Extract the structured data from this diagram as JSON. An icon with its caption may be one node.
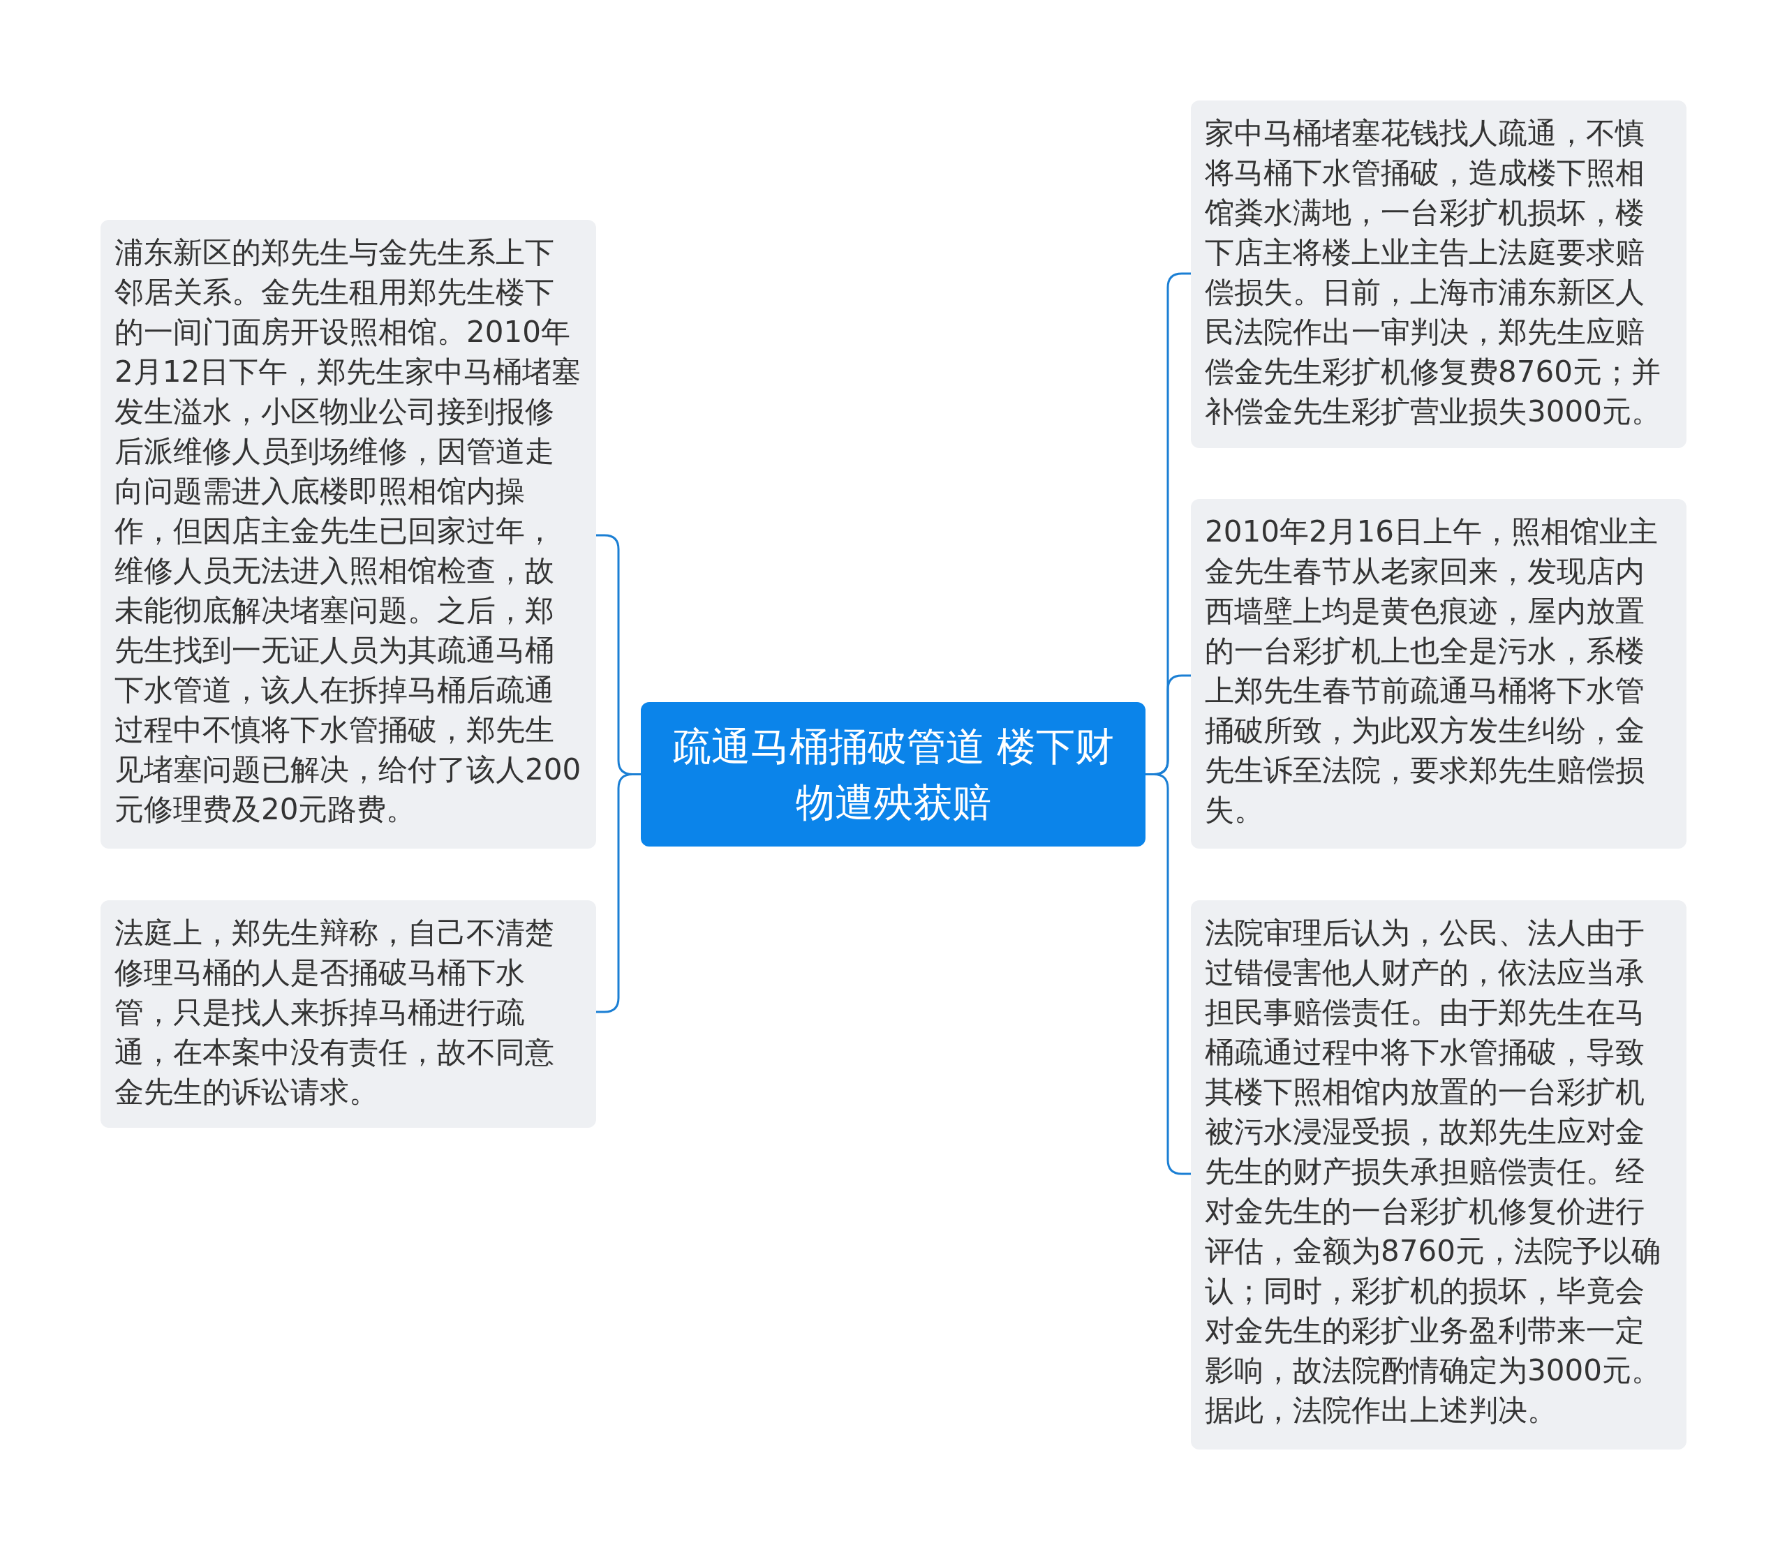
{
  "diagram": {
    "nodes": [
      {
        "text": [
          "疏通马桶捅破管道 楼下财物遭殃获赔"
        ]
      },
      {
        "text": [
          "浦东新区的郑先生与金先生系上下邻居关系。金先生租用郑先生楼下的一间门面房开设照相馆。2010年2月12日下午，郑先生家中马桶堵塞发生溢水，小区物业公司接到报修后派维修人员到场维修，因管道走向问题需进入底楼即照相馆内操作，但因店主金先生已回家过年，维修人员无法进入照相馆检查，故未能彻底解决堵塞问题。之后，郑先生找到一无证人员为其疏通马桶下水管道，该人在拆掉马桶后疏通过程中不慎将下水管捅破，郑先生见堵塞问题已解决，给付了该人200元修理费及20元路费。"
        ]
      },
      {
        "text": [
          "法庭上，郑先生辩称，自己不清楚修理马桶的人是否捅破马桶下水管，只是找人来拆掉马桶进行疏通，在本案中没有责任，故不同意金先生的诉讼请求。"
        ]
      },
      {
        "text": [
          "家中马桶堵塞花钱找人疏通，不慎将马桶下水管捅破，造成楼下照相馆粪水满地，一台彩扩机损坏，楼下店主将楼上业主告上法庭要求赔偿损失。日前，上海市浦东新区人民法院作出一审判决，郑先生应赔偿金先生彩扩机修复费8760元；并补偿金先生彩扩营业损失3000元。"
        ]
      },
      {
        "text": [
          "2010年2月16日上午，照相馆业主金先生春节从老家回来，发现店内西墙壁上均是黄色痕迹，屋内放置的一台彩扩机上也全是污水，系楼上郑先生春节前疏通马桶将下水管捅破所致，为此双方发生纠纷，金先生诉至法院，要求郑先生赔偿损失。"
        ]
      },
      {
        "text": [
          "法院审理后认为，公民、法人由于过错侵害他人财产的，依法应当承担民事赔偿责任。由于郑先生在马桶疏通过程中将下水管捅破，导致其楼下照相馆内放置的一台彩扩机被污水浸湿受损，故郑先生应对金先生的财产损失承担赔偿责任。经对金先生的一台彩扩机修复价进行评估，金额为8760元，法院予以确认；同时，彩扩机的损坏，毕竟会对金先生的彩扩业务盈利带来一定影响，故法院酌情确定为3000元。据此，法院作出上述判决。"
        ]
      }
    ],
    "edges": [
      {
        "from": 0,
        "to": 1,
        "arrow": "none"
      },
      {
        "from": 0,
        "to": 2,
        "arrow": "none"
      },
      {
        "from": 0,
        "to": 3,
        "arrow": "none"
      },
      {
        "from": 0,
        "to": 4,
        "arrow": "none"
      },
      {
        "from": 0,
        "to": 5,
        "arrow": "none"
      }
    ]
  }
}
